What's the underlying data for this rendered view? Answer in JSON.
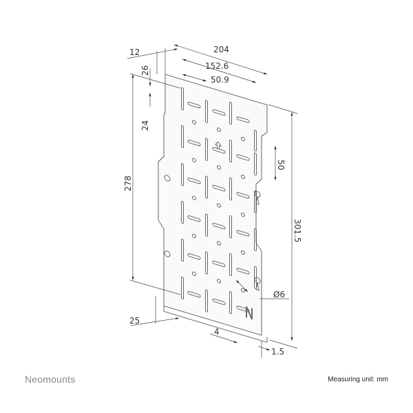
{
  "drawing": {
    "dimensions": {
      "overall_width": "204",
      "hole_pattern_width": "152.6",
      "column_pitch": "50.9",
      "left_offset": "12",
      "top_offset": "26",
      "row_pitch": "24",
      "height_hole_span": "278",
      "overall_height": "301.5",
      "keyhole_pitch": "50",
      "hole_diameter": "Ø6",
      "bottom_flange": "25",
      "slot_width": "4",
      "thickness": "1.5"
    },
    "colors": {
      "line": "#555555",
      "text": "#333333"
    }
  },
  "footer": {
    "brand": "Neomounts",
    "unit_note": "Measuring unit: mm"
  }
}
